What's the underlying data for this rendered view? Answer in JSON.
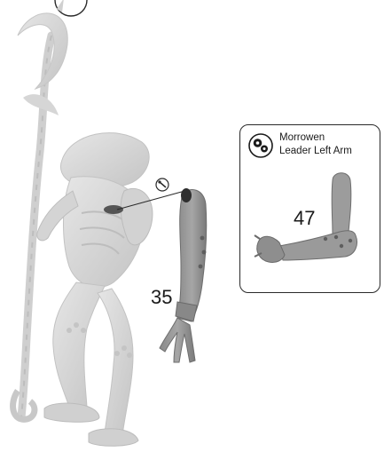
{
  "figure": {
    "main_part_number": "35",
    "callout": {
      "title": "Morrowen\nLeader Left Arm",
      "part_number": "47",
      "icon": "gears-icon"
    },
    "glue_icon": "glue-dot-icon"
  },
  "colors": {
    "miniature_fill": "#d9d9d9",
    "miniature_shade": "#b8b8b8",
    "arm_fill": "#9a9a9a",
    "arm_shade": "#7d7d7d",
    "outline": "#2a2a2a"
  }
}
